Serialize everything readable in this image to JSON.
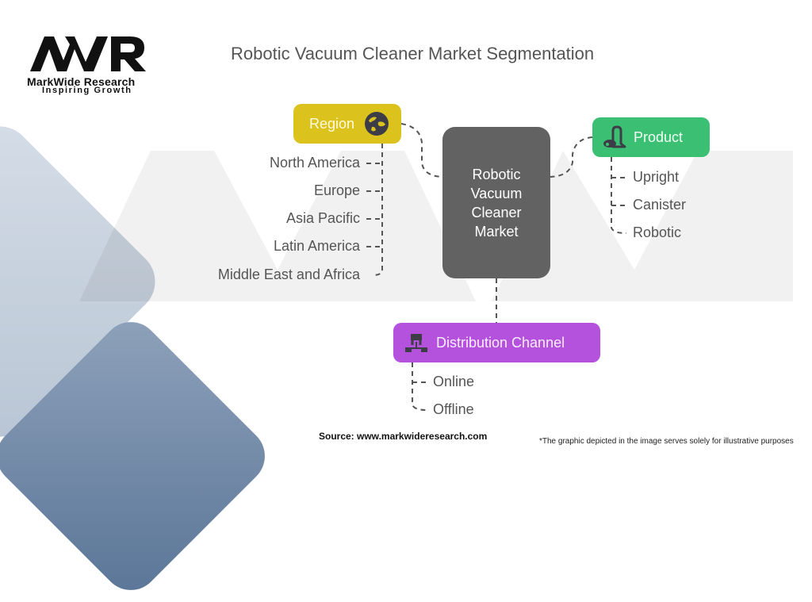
{
  "brand": {
    "logo_text": "MWR",
    "name": "MarkWide Research",
    "tagline": "Inspiring Growth"
  },
  "title": "Robotic Vacuum Cleaner Market Segmentation",
  "center": {
    "lines": [
      "Robotic",
      "Vacuum",
      "Cleaner",
      "Market"
    ]
  },
  "segments": {
    "region": {
      "label": "Region",
      "icon": "globe-icon",
      "color": "#dcc21d",
      "items": [
        "North America",
        "Europe",
        "Asia Pacific",
        "Latin America",
        "Middle East and Africa"
      ]
    },
    "product": {
      "label": "Product",
      "icon": "vacuum-cleaner-icon",
      "color": "#3bbf73",
      "items": [
        "Upright",
        "Canister",
        "Robotic"
      ]
    },
    "distribution": {
      "label": "Distribution Channel",
      "icon": "network-icon",
      "color": "#b452de",
      "items": [
        "Online",
        "Offline"
      ]
    }
  },
  "footer": {
    "source": "Source: www.markwideresearch.com",
    "disclaimer": "*The graphic depicted in the image serves solely for illustrative purposes"
  }
}
